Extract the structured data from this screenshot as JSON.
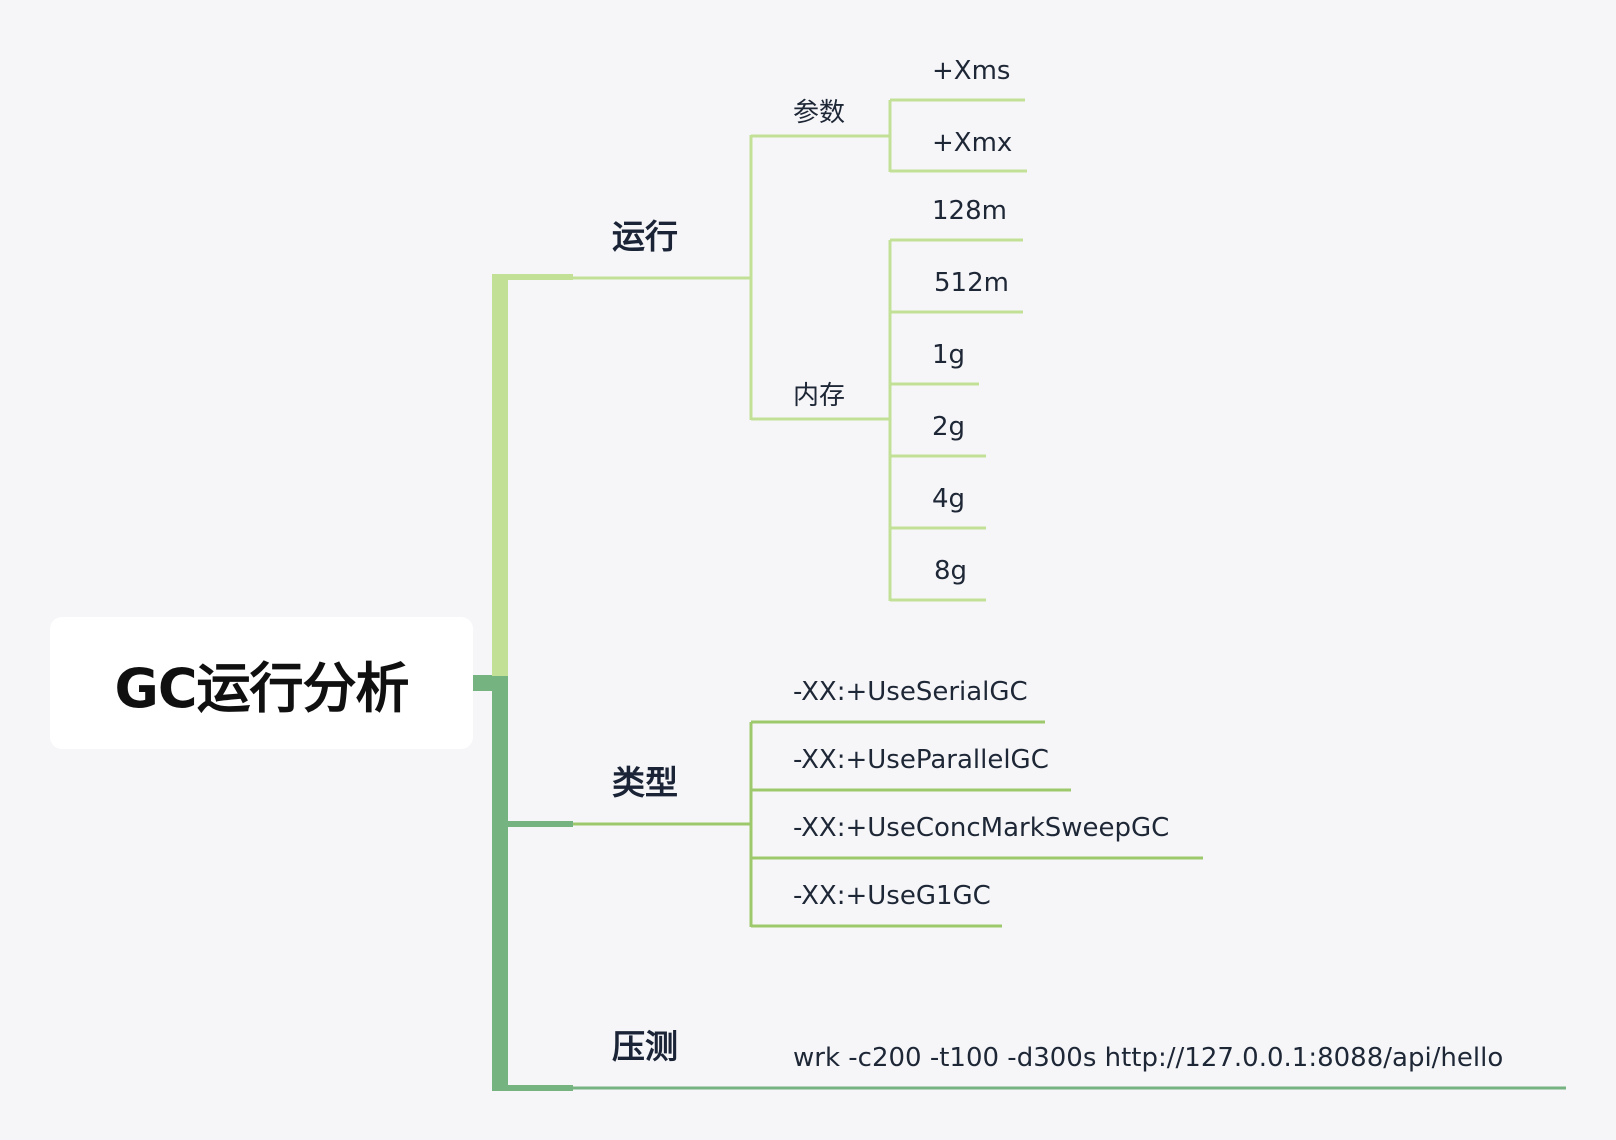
{
  "root": {
    "label": "GC运行分析"
  },
  "branches": [
    {
      "label": "运行",
      "children": [
        {
          "label": "参数",
          "children": [
            "+Xms",
            "+Xmx"
          ]
        },
        {
          "label": "内存",
          "children": [
            "128m",
            "512m",
            "1g",
            "2g",
            "4g",
            "8g"
          ]
        }
      ]
    },
    {
      "label": "类型",
      "children": [
        "-XX:+UseSerialGC",
        "-XX:+UseParallelGC",
        "-XX:+UseConcMarkSweepGC",
        "-XX:+UseG1GC"
      ]
    },
    {
      "label": "压测",
      "children": [
        "wrk -c200 -t100 -d300s http://127.0.0.1:8088/api/hello"
      ]
    }
  ],
  "colors": {
    "branch_light": "#c2e196",
    "branch_dark": "#75b381",
    "sub_line": "#9dc96c",
    "background": "#f6f6f9"
  }
}
